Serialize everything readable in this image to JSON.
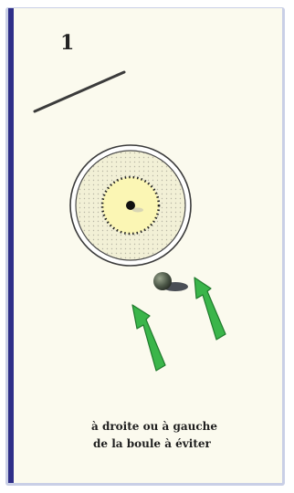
{
  "card": {
    "number": "1",
    "caption_line1": "à droite ou à gauche",
    "caption_line2": "de la boule à éviter"
  },
  "colors": {
    "border": "#2f2f88",
    "paper": "#fbfaee",
    "arrow": "#3ab54a",
    "target_ring": "#f1efd2",
    "target_center": "#fbf6b0",
    "ball": "#4f5a4a"
  },
  "icons": [
    "line-marker",
    "target-rings",
    "ball",
    "arrow-up-right"
  ]
}
